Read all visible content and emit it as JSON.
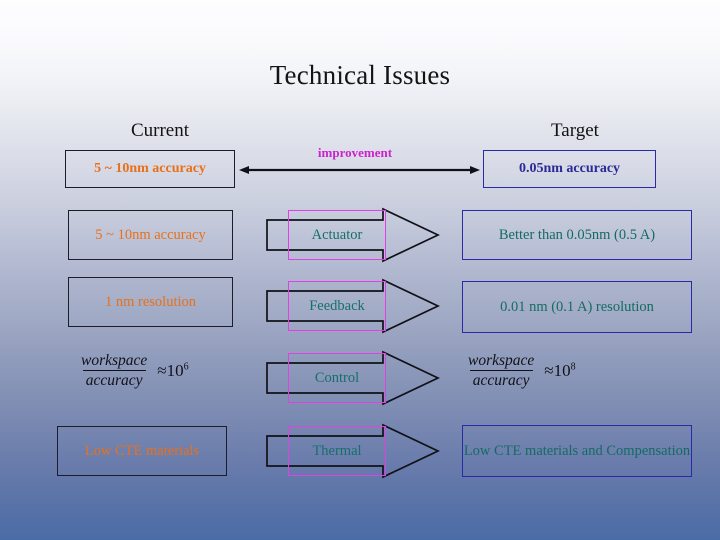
{
  "slide": {
    "title": "Technical Issues",
    "background": {
      "top_color": "#fdfdfe",
      "bottom_color": "#4a6ca6"
    }
  },
  "headers": {
    "current": "Current",
    "target": "Target"
  },
  "improvement": {
    "label": "improvement",
    "color": "#cc22cc",
    "arrow": "double-headed-horizontal-arrow"
  },
  "summary_row": {
    "current_value": "5 ~ 10nm accuracy",
    "current_color": "#e8701a",
    "target_value": "0.05nm accuracy",
    "target_color": "#2a2a96"
  },
  "rows": [
    {
      "current": "5 ~ 10nm accuracy",
      "middle": "Actuator",
      "target": "Better than 0.05nm (0.5 A)"
    },
    {
      "current": "1 nm resolution",
      "middle": "Feedback",
      "target": "0.01 nm (0.1 A) resolution"
    },
    {
      "current_formula": {
        "numerator": "workspace",
        "denominator": "accuracy",
        "relation": "≈",
        "base": "10",
        "exponent": "6"
      },
      "middle": "Control",
      "target_formula": {
        "numerator": "workspace",
        "denominator": "accuracy",
        "relation": "≈",
        "base": "10",
        "exponent": "8"
      }
    },
    {
      "current": "Low CTE materials",
      "middle": "Thermal",
      "target": "Low CTE materials and Compensation"
    }
  ],
  "colors": {
    "current_text": "#e8701a",
    "target_text": "#146b63",
    "middle_text": "#15706a",
    "middle_border": "#e43fe4",
    "left_border": "#1c1c2b",
    "right_border": "#2a2aa8",
    "arrow_outline": "#111118"
  }
}
